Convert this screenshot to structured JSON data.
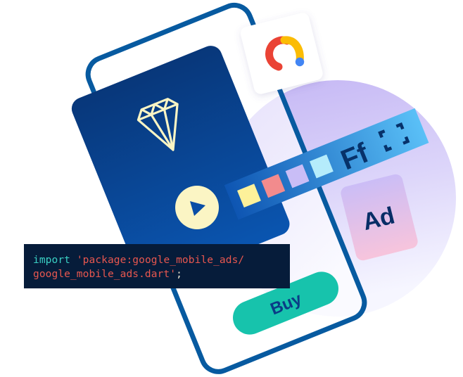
{
  "illustration": {
    "description": "Google Mobile Ads for Flutter promotional illustration",
    "colors": {
      "background": "#ffffff",
      "circle_top": "#c6b9f5",
      "circle_bottom": "#f5f5ff",
      "phone_outline": "#075aa0",
      "phone_screen": "#ffffff",
      "media_card_top": "#08377a",
      "media_card_bottom": "#0a55b0",
      "diamond_stroke": "#fbf5c4",
      "play_button_fill": "#fbf5c4",
      "play_triangle": "#0a4ea6",
      "toolbar_left": "#0e5ab8",
      "toolbar_right": "#57bdf6",
      "swatch_yellow": "#fdf19a",
      "swatch_red": "#f28b8d",
      "swatch_purple": "#c9bdf6",
      "swatch_cyan": "#b5ecfb",
      "toolbar_text": "#07326a",
      "ad_card_top": "#cbbdf6",
      "ad_card_bottom": "#f6c4dd",
      "ad_text": "#082d66",
      "buy_button": "#17c3ac",
      "buy_text": "#0a3c86",
      "code_bg": "#061c3a",
      "code_keyword": "#3ad0c4",
      "code_string": "#e8574f",
      "admob_red": "#ea4335",
      "admob_yellow": "#fbbc04",
      "admob_blue": "#4285f4"
    },
    "media_card": {
      "icon": "diamond-icon",
      "play_icon": "play-icon"
    },
    "admob_card": {
      "icon": "admob-logo-icon"
    },
    "toolbar": {
      "swatches": [
        "yellow",
        "red",
        "purple",
        "cyan"
      ],
      "font_label": "Ff",
      "fullscreen_icon": "fullscreen-corners-icon"
    },
    "ad_card": {
      "label": "Ad"
    },
    "buy_button": {
      "label": "Buy"
    },
    "code_snippet": {
      "keyword": "import",
      "string_line1": "'package:google_mobile_ads/",
      "string_line2": "google_mobile_ads.dart'",
      "terminator": ";"
    }
  }
}
